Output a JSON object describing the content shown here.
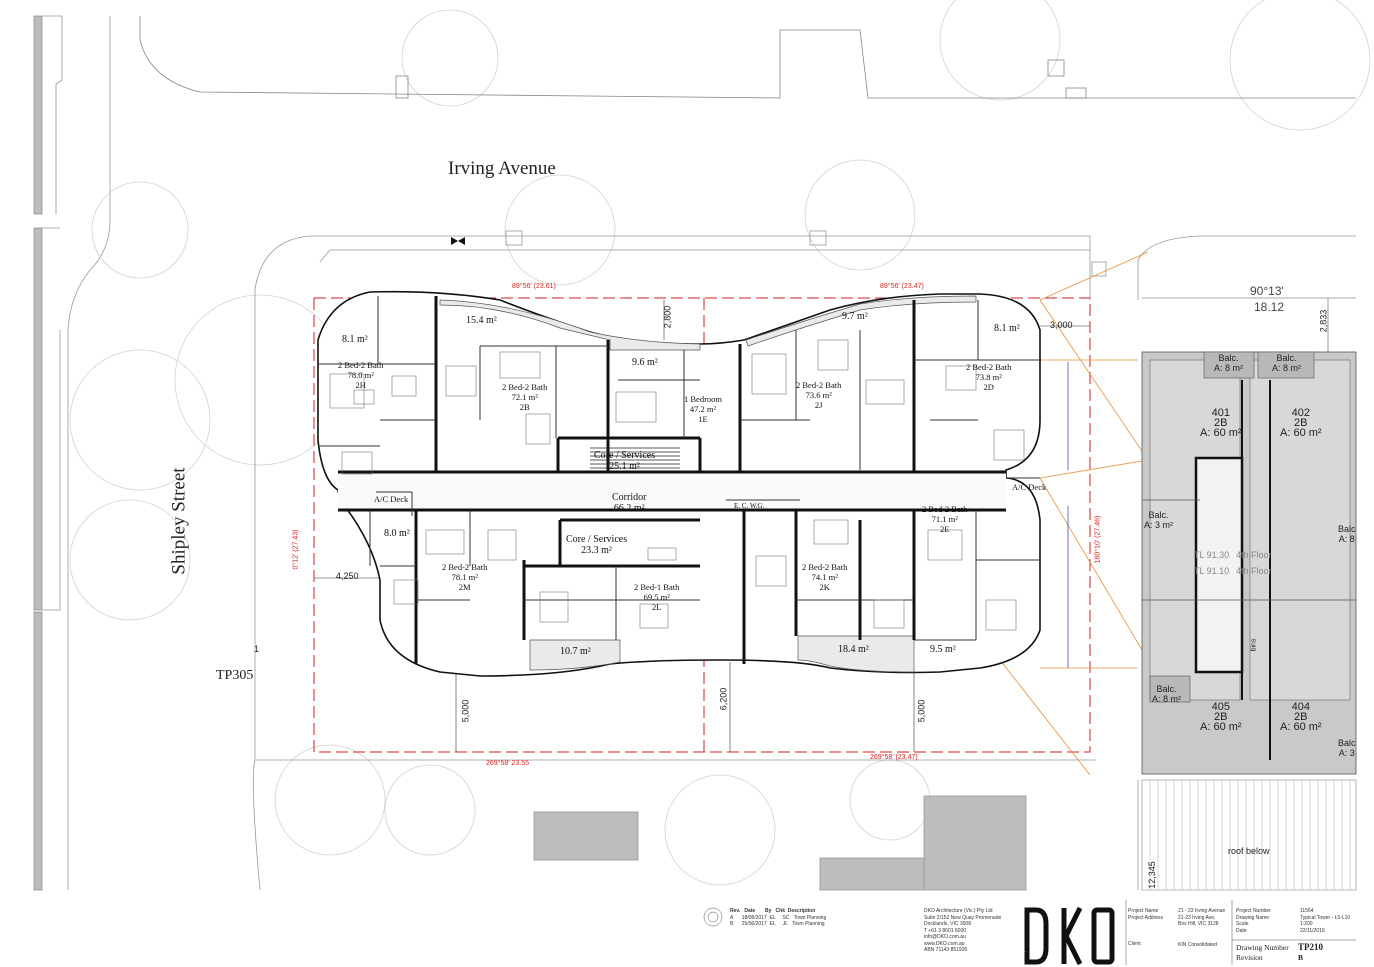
{
  "streets": {
    "irving": "Irving Avenue",
    "shipley": "Shipley Street",
    "tp_ref": "TP305",
    "marker_1": "1"
  },
  "units": [
    {
      "id": "2h",
      "type": "2 Bed-2 Bath",
      "area": "78.0 m²",
      "code": "2H"
    },
    {
      "id": "2b",
      "type": "2 Bed-2 Bath",
      "area": "72.1 m²",
      "code": "2B"
    },
    {
      "id": "1e",
      "type": "1 Bedroom",
      "area": "47.2 m²",
      "code": "1E"
    },
    {
      "id": "2j",
      "type": "2 Bed-2 Bath",
      "area": "73.6 m²",
      "code": "2J"
    },
    {
      "id": "2d",
      "type": "2 Bed-2 Bath",
      "area": "73.8 m²",
      "code": "2D"
    },
    {
      "id": "2m",
      "type": "2 Bed-2 Bath",
      "area": "78.1 m²",
      "code": "2M"
    },
    {
      "id": "2l",
      "type": "2 Bed-1 Bath",
      "area": "69.5 m²",
      "code": "2L"
    },
    {
      "id": "2k",
      "type": "2 Bed-2 Bath",
      "area": "74.1 m²",
      "code": "2K"
    },
    {
      "id": "2e",
      "type": "2 Bed-2 Bath",
      "area": "71.1 m²",
      "code": "2E"
    }
  ],
  "balconies": [
    "8.1 m²",
    "15.4 m²",
    "9.6 m²",
    "9.7 m²",
    "8.1 m²",
    "8.0 m²",
    "10.7 m²",
    "18.4 m²",
    "9.5 m²"
  ],
  "common": {
    "corridor": "Corridor",
    "corridor_area": "66.2 m²",
    "core1": "Core / Services",
    "core1_area": "25.1 m²",
    "core2": "Core / Services",
    "core2_area": "23.3 m²",
    "ac_deck_left": "A/C Deck",
    "ac_deck_right": "A/C Deck",
    "cupboards": "E.   C.   W.G."
  },
  "dimensions": {
    "top_center": "2,800",
    "top_right": "3,000",
    "right_vert": "2,833",
    "left": "4,250",
    "bottom1": "5,000",
    "bottom2": "6,200",
    "bottom3": "5,000",
    "far_bottom": "12,345"
  },
  "boundary": {
    "top_left": "89°56' (23.61)",
    "top_right": "89°56' (23.47)",
    "bottom_left": "269°58' 23.55",
    "bottom_right": "269°58' (23.47)",
    "left": "0°12' (27.43)",
    "right": "180°10' (27.46)",
    "survey": "90°13'",
    "survey_len": "18.12"
  },
  "neighbour": {
    "balc_a": "Balc.",
    "balc_a_area": "A: 8 m²",
    "balc_b": "Balc.",
    "balc_b_area": "A: 8 m²",
    "u401": "401",
    "u401_type": "2B",
    "u401_area": "A: 60 m²",
    "u402": "402",
    "u402_type": "2B",
    "u402_area": "A: 60 m²",
    "balc_c": "Balc.",
    "balc_c_area": "A: 3 m²",
    "tl1": "TL 91.30",
    "tl2": "TL 91.10",
    "floor4": "4th Floor",
    "floor5": "4th Floor",
    "bins": "bins",
    "balc_d": "Balc.",
    "balc_d_area": "A: 8 m²",
    "u405": "405",
    "u405_type": "2B",
    "u405_area": "A: 60 m²",
    "u404": "404",
    "u404_type": "2B",
    "u404_area": "A: 60 m²",
    "roof": "roof below",
    "balc_e": "Balc",
    "balc_e_area": "A: 8",
    "balc_f": "Balc",
    "balc_f_area": "A: 3"
  },
  "title_block": {
    "rev_h": "Rev.",
    "date_h": "Date",
    "by_h": "By",
    "chk_h": "Chk",
    "desc_h": "Description",
    "rev_a": "A",
    "date_a": "18/08/2017",
    "by_a": "EL",
    "chk_a": "SC",
    "desc_a": "Town Planning",
    "rev_b": "B",
    "date_b": "25/06/2017",
    "by_b": "EL",
    "chk_b": "JL",
    "desc_b": "Town Planning",
    "firm1": "DKO Architecture (Vic.) Pty Ltd",
    "firm2": "Suite 2/152 New Quay Promenade",
    "firm3": "Docklands, VIC 3008",
    "firm4": "T +61 3 8601 6000",
    "firm5": "info@DKO.com.au",
    "firm6": "www.DKO.com.au",
    "firm7": "ABN 71143 851930",
    "logo": "DKO",
    "proj_name_h": "Project Name",
    "proj_addr_h": "Project Address",
    "client_h": "Client",
    "proj_name": "21 - 23 Irving Avenue",
    "proj_addr1": "21-23 Irving Ave,",
    "proj_addr2": "Box Hill, VIC 3128",
    "client": "KIN Consolidated",
    "pnum_h": "Project Number",
    "dname_h": "Drawing Name",
    "scale_h": "Scale",
    "date_h2": "Date",
    "pnum": "11564",
    "dname": "Typical Tower - L5-L10",
    "scale": "1:200",
    "date": "22/11/2019",
    "dnum_h": "Drawing Number",
    "rev_h2": "Revision",
    "dnum": "TP210",
    "rev": "B"
  },
  "colors": {
    "boundary": "#d22222",
    "setback": "#e8903a",
    "wall": "#111111",
    "neighbour": "#c9c9c9",
    "survey": "#3a4fd0"
  }
}
